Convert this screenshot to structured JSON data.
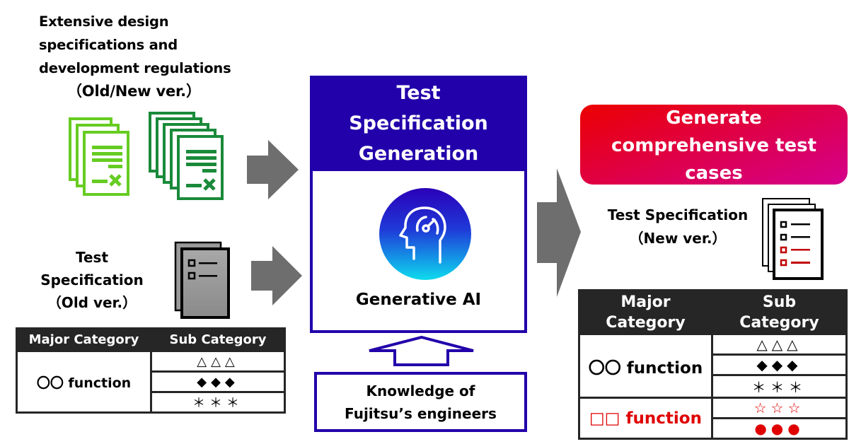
{
  "source_docs": {
    "title_lines": [
      "Extensive design",
      "specifications and",
      "development regulations",
      "（Old/New ver.）"
    ],
    "icon_old": "document-stack-icon-light-green",
    "icon_new": "document-stack-icon-dark-green",
    "colors": {
      "light_green": "#66cc22",
      "dark_green": "#1a8a3a"
    }
  },
  "old_spec": {
    "title_lines": [
      "Test",
      "Specification",
      "（Old ver.）"
    ],
    "icon": "checklist-document-icon-gray",
    "table": {
      "headers": [
        "Major Category",
        "Sub Category"
      ],
      "groups": [
        {
          "major": "〇〇 function",
          "subs": [
            "△△△",
            "◆◆◆",
            "＊＊＊"
          ]
        }
      ]
    }
  },
  "generator": {
    "header_lines": [
      "Test",
      "Specification",
      "Generation"
    ],
    "icon": "ai-head-gauge-icon",
    "label": "Generative AI",
    "color": "#2200aa"
  },
  "knowledge": {
    "lines": [
      "Knowledge of",
      "Fujitsu’s engineers"
    ],
    "arrow": "up-arrow-outline-icon"
  },
  "output": {
    "banner_lines": [
      "Generate",
      "comprehensive test",
      "cases"
    ],
    "title_lines": [
      "Test Specification",
      "（New ver.）"
    ],
    "icon": "checklist-document-icon-red",
    "table": {
      "headers": [
        "Major\nCategory",
        "Sub\nCategory"
      ],
      "header_lines": [
        [
          "Major",
          "Category"
        ],
        [
          "Sub",
          "Category"
        ]
      ],
      "groups": [
        {
          "major": "〇〇 function",
          "subs": [
            "△△△",
            "◆◆◆",
            "＊＊＊"
          ],
          "highlight": false
        },
        {
          "major": "□□ function",
          "subs": [
            "☆☆☆",
            "●●●"
          ],
          "highlight": true
        }
      ]
    },
    "highlight_color": "#e00000"
  },
  "arrows": {
    "color": "#6e6e6e"
  }
}
